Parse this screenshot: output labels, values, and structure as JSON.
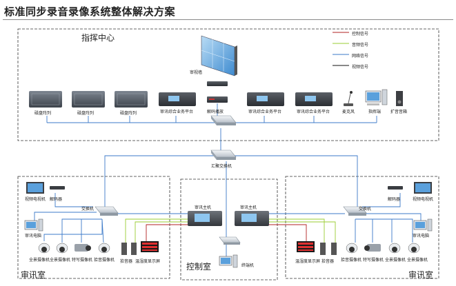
{
  "title": "标准同步录音录像系统整体解决方案",
  "zones": {
    "command": "指挥中心",
    "interrogation_left": "审讯室",
    "interrogation_right": "审讯室",
    "control": "控制室"
  },
  "legend": [
    {
      "label": "控制信号",
      "color": "#b22222"
    },
    {
      "label": "音频信号",
      "color": "#9acd32"
    },
    {
      "label": "网络信号",
      "color": "#3b79c8"
    },
    {
      "label": "视频信号",
      "color": "#111111"
    }
  ],
  "command": {
    "wall": "审视墙",
    "storage1": "磁盘阵列",
    "storage2": "磁盘阵列",
    "storage3": "磁盘阵列",
    "platform1": "审讯综合业务平台",
    "decoder": "解码播放",
    "platform2": "审讯综合业务平台",
    "platform3": "审讯综合业务平台",
    "mic": "麦克风",
    "pc": "指挥端",
    "speaker": "扩音音箱"
  },
  "core_switch": "汇聚交换机",
  "left_room": {
    "tv": "视频电视机",
    "decoder": "解码器",
    "switch": "交换机",
    "pc": "审讯电脑",
    "cam1": "全景摄像机",
    "cam2": "全景摄像机",
    "cam3": "特写摄像机",
    "cam4": "拾音摄像机",
    "pickup": "拾音器",
    "display": "温湿度显示屏"
  },
  "control": {
    "host1": "审讯主机",
    "host2": "审讯主机",
    "client": "终端机"
  },
  "right_room": {
    "decoder": "解码器",
    "tv": "视频电视机",
    "switch": "交换机",
    "pc": "审讯电脑",
    "display": "温湿度显示屏",
    "pickup": "拾音器",
    "cam4": "拾音摄像机",
    "cam3": "特写摄像机",
    "cam2": "全景摄像机",
    "cam1": "全景摄像机"
  }
}
